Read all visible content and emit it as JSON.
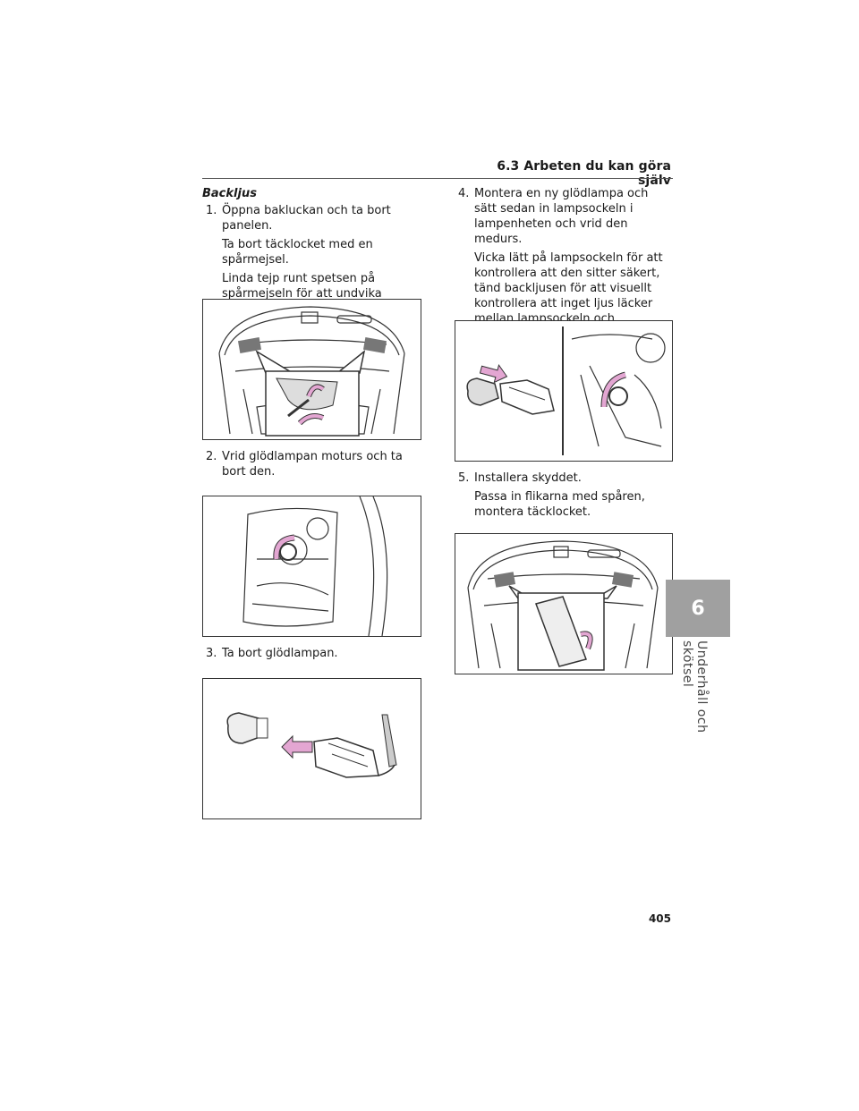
{
  "header": {
    "title": "6.3  Arbeten du kan göra själv"
  },
  "left_column": {
    "section_title": "Backljus",
    "step1": {
      "num": "1.",
      "text": "Öppna bakluckan och ta bort panelen.",
      "note1": "Ta bort täcklocket med en spårmejsel.",
      "note2": "Linda tejp runt spetsen på spårmejseln för att undvika skador på bilen."
    },
    "step2": {
      "num": "2.",
      "text": "Vrid glödlampan moturs och ta bort den."
    },
    "step3": {
      "num": "3.",
      "text": "Ta bort glödlampan."
    }
  },
  "right_column": {
    "step4": {
      "num": "4.",
      "text": "Montera en ny glödlampa och sätt sedan in lampsockeln i lampenheten och vrid den medurs.",
      "note": "Vicka lätt på lampsockeln för att kontrollera att den sitter säkert, tänd backljusen för att visuellt kontrollera att inget ljus läcker mellan lampsockeln och lampenheten."
    },
    "step5": {
      "num": "5.",
      "text": "Installera skyddet.",
      "note": "Passa in flikarna med spåren, montera täcklocket."
    }
  },
  "side_tab": {
    "number": "6",
    "label": "Underhåll och skötsel"
  },
  "page_number": "405",
  "colors": {
    "arrow_fill": "#e3a6d2",
    "tab_bg": "#a0a0a0",
    "line": "#333333"
  }
}
